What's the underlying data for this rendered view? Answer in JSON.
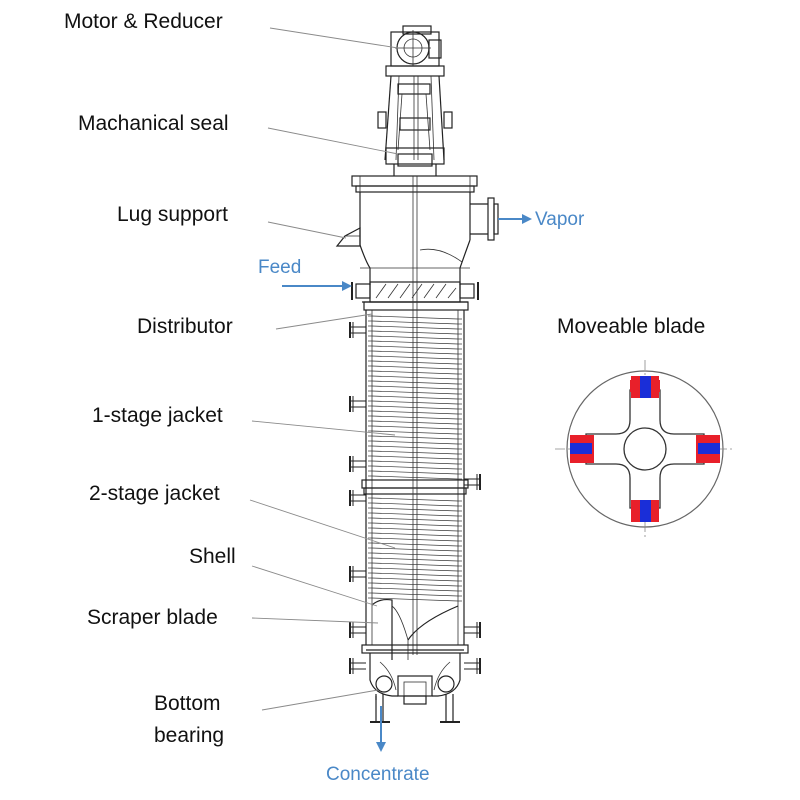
{
  "labels": {
    "motor_reducer": "Motor & Reducer",
    "mechanical_seal": "Machanical seal",
    "lug_support": "Lug support",
    "distributor": "Distributor",
    "jacket_1": "1-stage jacket",
    "jacket_2": "2-stage jacket",
    "shell": "Shell",
    "scraper_blade": "Scraper blade",
    "bottom_bearing_line1": "Bottom",
    "bottom_bearing_line2": "bearing",
    "moveable_blade": "Moveable blade"
  },
  "flows": {
    "feed": "Feed",
    "vapor": "Vapor",
    "concentrate": "Concentrate"
  },
  "colors": {
    "flow_blue": "#4a88c7",
    "blade_red": "#e8202a",
    "blade_blue": "#1a2ed8",
    "drawing_line": "#222222"
  }
}
